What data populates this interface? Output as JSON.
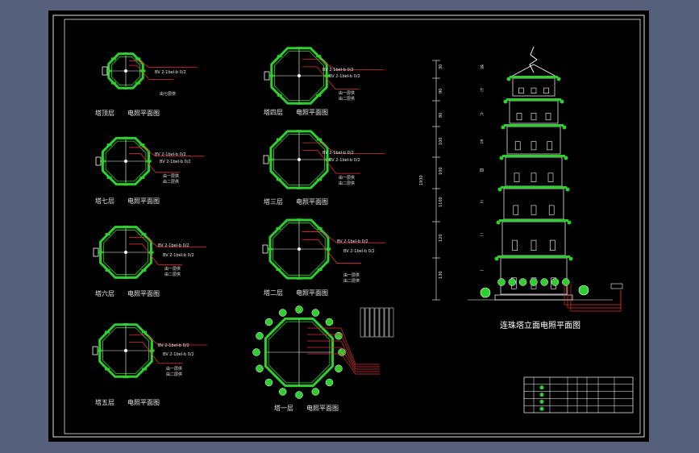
{
  "colors": {
    "background": "#56607a",
    "sheet": "#000000",
    "frame": "#e0e0e0",
    "wall": "#2fcf2f",
    "cable": "#e03030",
    "node": "#ffffff"
  },
  "plans": [
    {
      "id": "p1",
      "caption": "塔顶层　　电照平面图",
      "tags": [
        "BV 2-1bel-b 0/2",
        "由七层供"
      ]
    },
    {
      "id": "p2",
      "caption": "塔七层　　电照平面图",
      "tags": [
        "BV 2-1bel-b 0/2",
        "BV 2-1bel-b 0/2",
        "由一层供",
        "由二层供"
      ]
    },
    {
      "id": "p3",
      "caption": "塔六层　　电照平面图",
      "tags": [
        "BV 2-1bel-b 0/2",
        "BV 2-1bel-b 0/2",
        "由一层供",
        "由二层供"
      ]
    },
    {
      "id": "p4",
      "caption": "塔五层　　电照平面图",
      "tags": [
        "BV 2-1bel-b 0/2",
        "BV 2-1bel-b 0/2",
        "由一层供",
        "由二层供"
      ]
    },
    {
      "id": "p5",
      "caption": "塔四层　　电照平面图",
      "tags": [
        "BV 2-1bel-b 0/2",
        "BV 2-1bel-b 0/2",
        "由一层供",
        "由二层供"
      ]
    },
    {
      "id": "p6",
      "caption": "塔三层　　电照平面图",
      "tags": [
        "BV 2-1bel-b 0/2",
        "BV 2-1bel-b 0/2",
        "由一层供",
        "由二层供"
      ]
    },
    {
      "id": "p7",
      "caption": "塔二层　　电照平面图",
      "tags": [
        "BV 2-1bel-b 0/2",
        "BV 2-1bel-b 0/2",
        "由一层供",
        "由二层供"
      ]
    },
    {
      "id": "p8",
      "caption": "塔一层　　电照平面图",
      "tags": []
    }
  ],
  "elevation": {
    "title": "连珠塔立面电照平面图",
    "total_height": "1930",
    "dims": [
      "30",
      "90",
      "80",
      "100",
      "100",
      "1100",
      "120",
      "130"
    ],
    "floors": [
      "顶",
      "七",
      "六",
      "五",
      "四",
      "三",
      "二",
      "一"
    ]
  },
  "legend": {
    "rows": 5,
    "cols": 7
  }
}
